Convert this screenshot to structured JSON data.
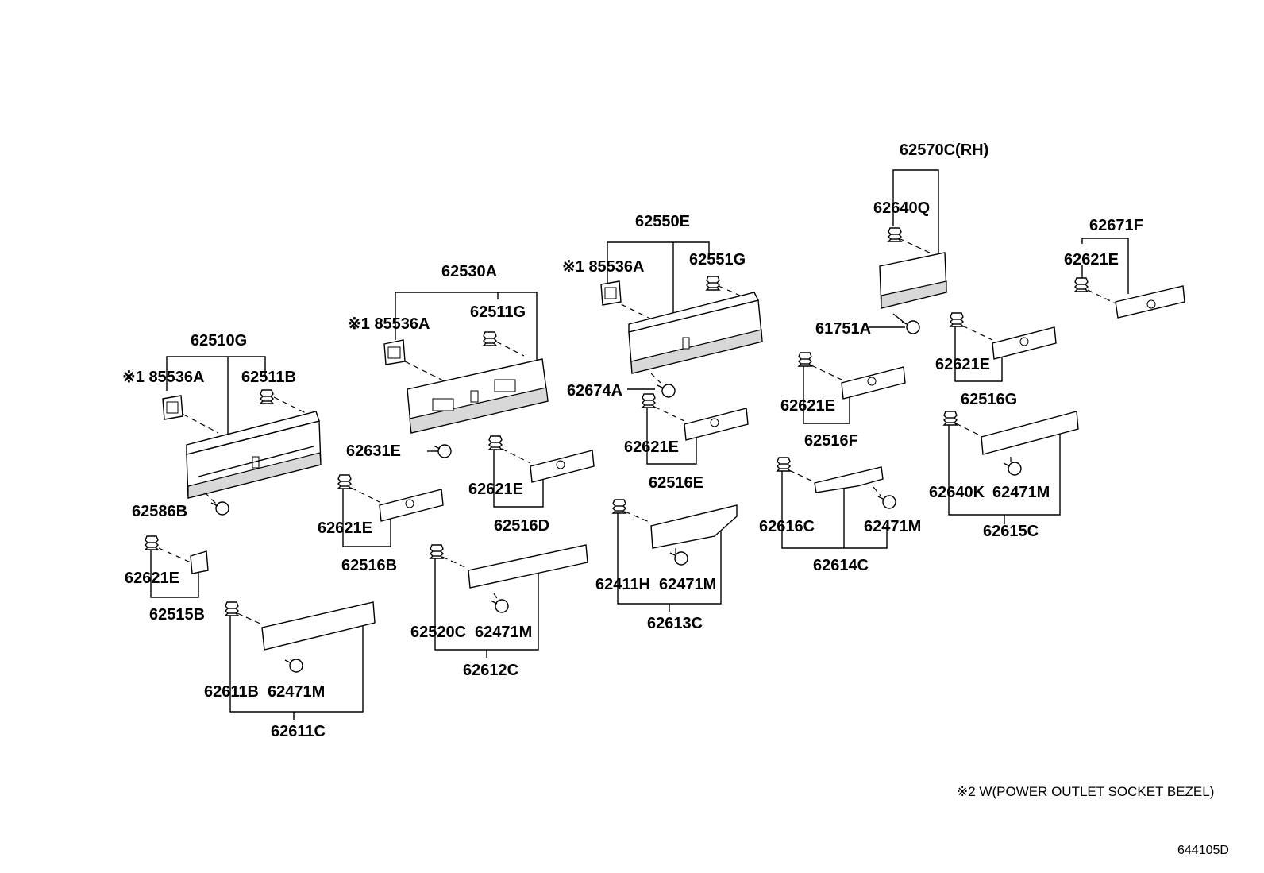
{
  "labels": [
    {
      "id": "lbl-62570c",
      "text": "62570C(RH)"
    },
    {
      "id": "lbl-62640q",
      "text": "62640Q"
    },
    {
      "id": "lbl-62671f",
      "text": "62671F"
    },
    {
      "id": "lbl-62621e-a",
      "text": "62621E"
    },
    {
      "id": "lbl-62550e",
      "text": "62550E"
    },
    {
      "id": "lbl-85536a-c",
      "text": "※1 85536A"
    },
    {
      "id": "lbl-62551g",
      "text": "62551G"
    },
    {
      "id": "lbl-61751a",
      "text": "61751A"
    },
    {
      "id": "lbl-62530a",
      "text": "62530A"
    },
    {
      "id": "lbl-85536a-b",
      "text": "※1 85536A"
    },
    {
      "id": "lbl-62511g",
      "text": "62511G"
    },
    {
      "id": "lbl-62621e-b",
      "text": "62621E"
    },
    {
      "id": "lbl-62516g",
      "text": "62516G"
    },
    {
      "id": "lbl-62510g",
      "text": "62510G"
    },
    {
      "id": "lbl-85536a-a",
      "text": "※1 85536A"
    },
    {
      "id": "lbl-62511b",
      "text": "62511B"
    },
    {
      "id": "lbl-62674a",
      "text": "62674A"
    },
    {
      "id": "lbl-62621e-c",
      "text": "62621E"
    },
    {
      "id": "lbl-62516f",
      "text": "62516F"
    },
    {
      "id": "lbl-62631e",
      "text": "62631E"
    },
    {
      "id": "lbl-62621e-d",
      "text": "62621E"
    },
    {
      "id": "lbl-62516e",
      "text": "62516E"
    },
    {
      "id": "lbl-62621e-e",
      "text": "62621E"
    },
    {
      "id": "lbl-62516d",
      "text": "62516D"
    },
    {
      "id": "lbl-62640k",
      "text": "62640K"
    },
    {
      "id": "lbl-62471m-a",
      "text": "62471M"
    },
    {
      "id": "lbl-62615c",
      "text": "62615C"
    },
    {
      "id": "lbl-62586b",
      "text": "62586B"
    },
    {
      "id": "lbl-62616c",
      "text": "62616C"
    },
    {
      "id": "lbl-62471m-b",
      "text": "62471M"
    },
    {
      "id": "lbl-62614c",
      "text": "62614C"
    },
    {
      "id": "lbl-62621e-f",
      "text": "62621E"
    },
    {
      "id": "lbl-62516b",
      "text": "62516B"
    },
    {
      "id": "lbl-62621e-g",
      "text": "62621E"
    },
    {
      "id": "lbl-62515b",
      "text": "62515B"
    },
    {
      "id": "lbl-62411h",
      "text": "62411H"
    },
    {
      "id": "lbl-62471m-c",
      "text": "62471M"
    },
    {
      "id": "lbl-62613c",
      "text": "62613C"
    },
    {
      "id": "lbl-62520c",
      "text": "62520C"
    },
    {
      "id": "lbl-62471m-d",
      "text": "62471M"
    },
    {
      "id": "lbl-62612c",
      "text": "62612C"
    },
    {
      "id": "lbl-62611b",
      "text": "62611B"
    },
    {
      "id": "lbl-62471m-e",
      "text": "62471M"
    },
    {
      "id": "lbl-62611c",
      "text": "62611C"
    }
  ],
  "footnote": "※2 W(POWER OUTLET SOCKET BEZEL)",
  "drawing_code": "644105D"
}
